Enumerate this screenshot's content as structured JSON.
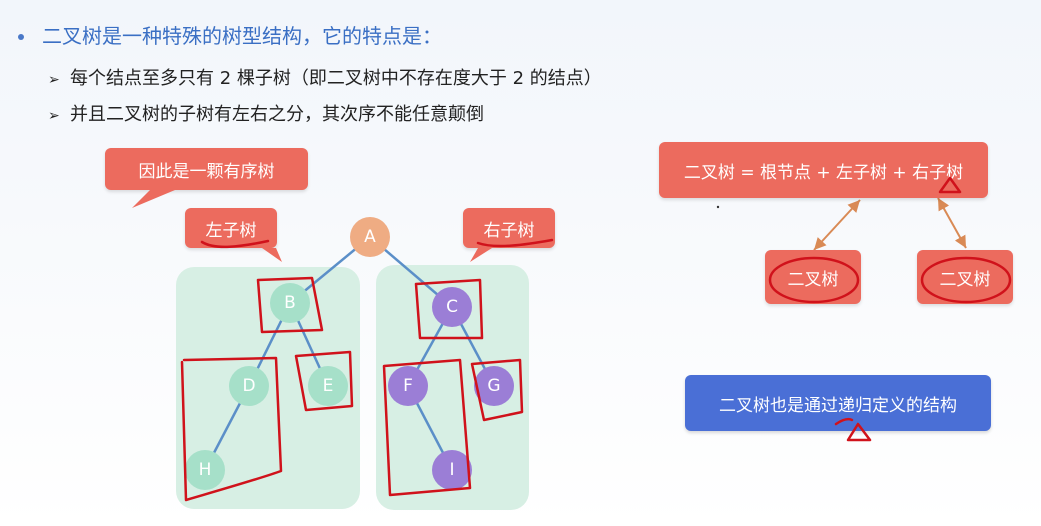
{
  "heading": "二叉树是一种特殊的树型结构，它的特点是：",
  "points": [
    "每个结点至多只有 2 棵子树（即二叉树中不存在度大于 2 的结点）",
    "并且二叉树的子树有左右之分，其次序不能任意颠倒"
  ],
  "bullet_arrow": "➢",
  "callouts": {
    "ordered_tree": "因此是一颗有序树",
    "left_subtree": "左子树",
    "right_subtree": "右子树",
    "formula": "二叉树 = 根节点 + 左子树 + 右子树",
    "left_binary_tree": "二叉树",
    "right_binary_tree": "二叉树",
    "recursive_definition": "二叉树也是通过递归定义的结构"
  },
  "tree_nodes": {
    "root": "A",
    "b": "B",
    "c": "C",
    "d": "D",
    "e": "E",
    "f": "F",
    "g": "G",
    "h": "H",
    "i": "I"
  },
  "colors": {
    "heading": "#3a6fc4",
    "callout_red": "#ec6b5e",
    "panel_green": "#d7efe4",
    "node_green": "#a6e0c9",
    "node_purple": "#9b7ed6",
    "node_orange": "#efac83",
    "edge": "#5b8fc8",
    "arrow_orange": "#d98a55",
    "annotation_red": "#d0121b",
    "blue_box": "#4a6fd6"
  }
}
